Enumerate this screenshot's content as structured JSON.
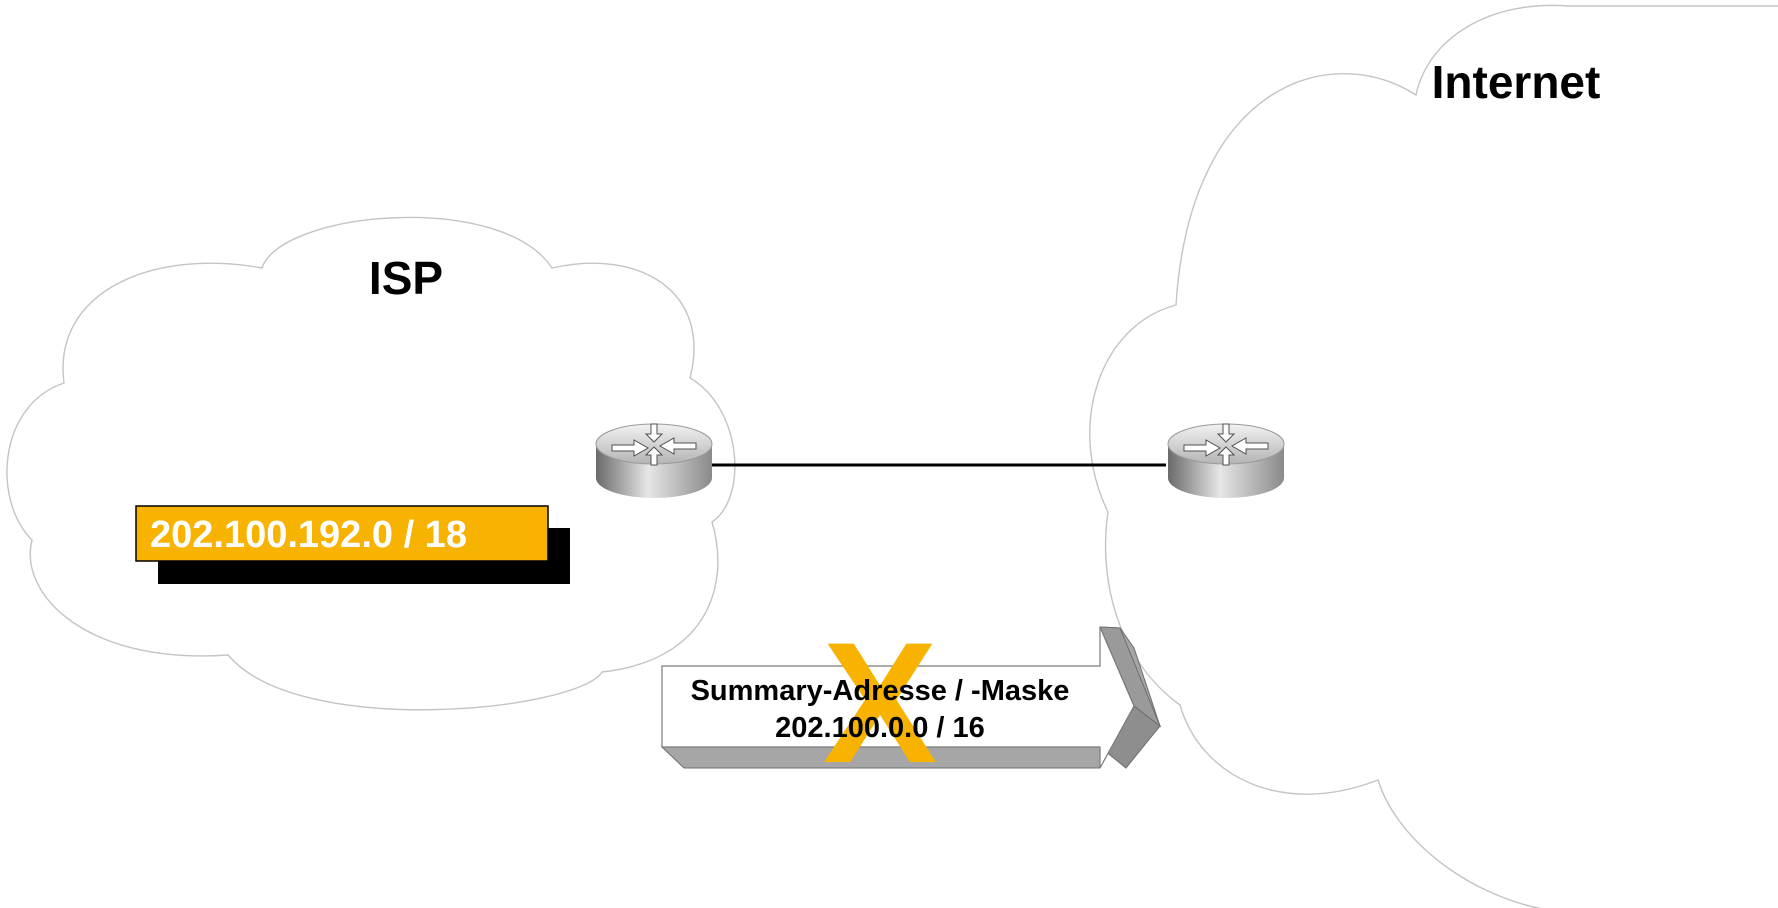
{
  "isp_cloud": {
    "label": "ISP"
  },
  "internet_cloud": {
    "label": "Internet"
  },
  "isp_prefix": {
    "text": "202.100.192.0 / 18",
    "fill_color": "#f8b200"
  },
  "summary_arrow": {
    "line1": "Summary-Adresse / -Maske",
    "line2": "202.100.0.0 / 16"
  },
  "blocked_mark": {
    "glyph": "X",
    "color": "#f8b200"
  },
  "icons": {
    "isp_router": "router-icon",
    "internet_router": "router-icon"
  }
}
